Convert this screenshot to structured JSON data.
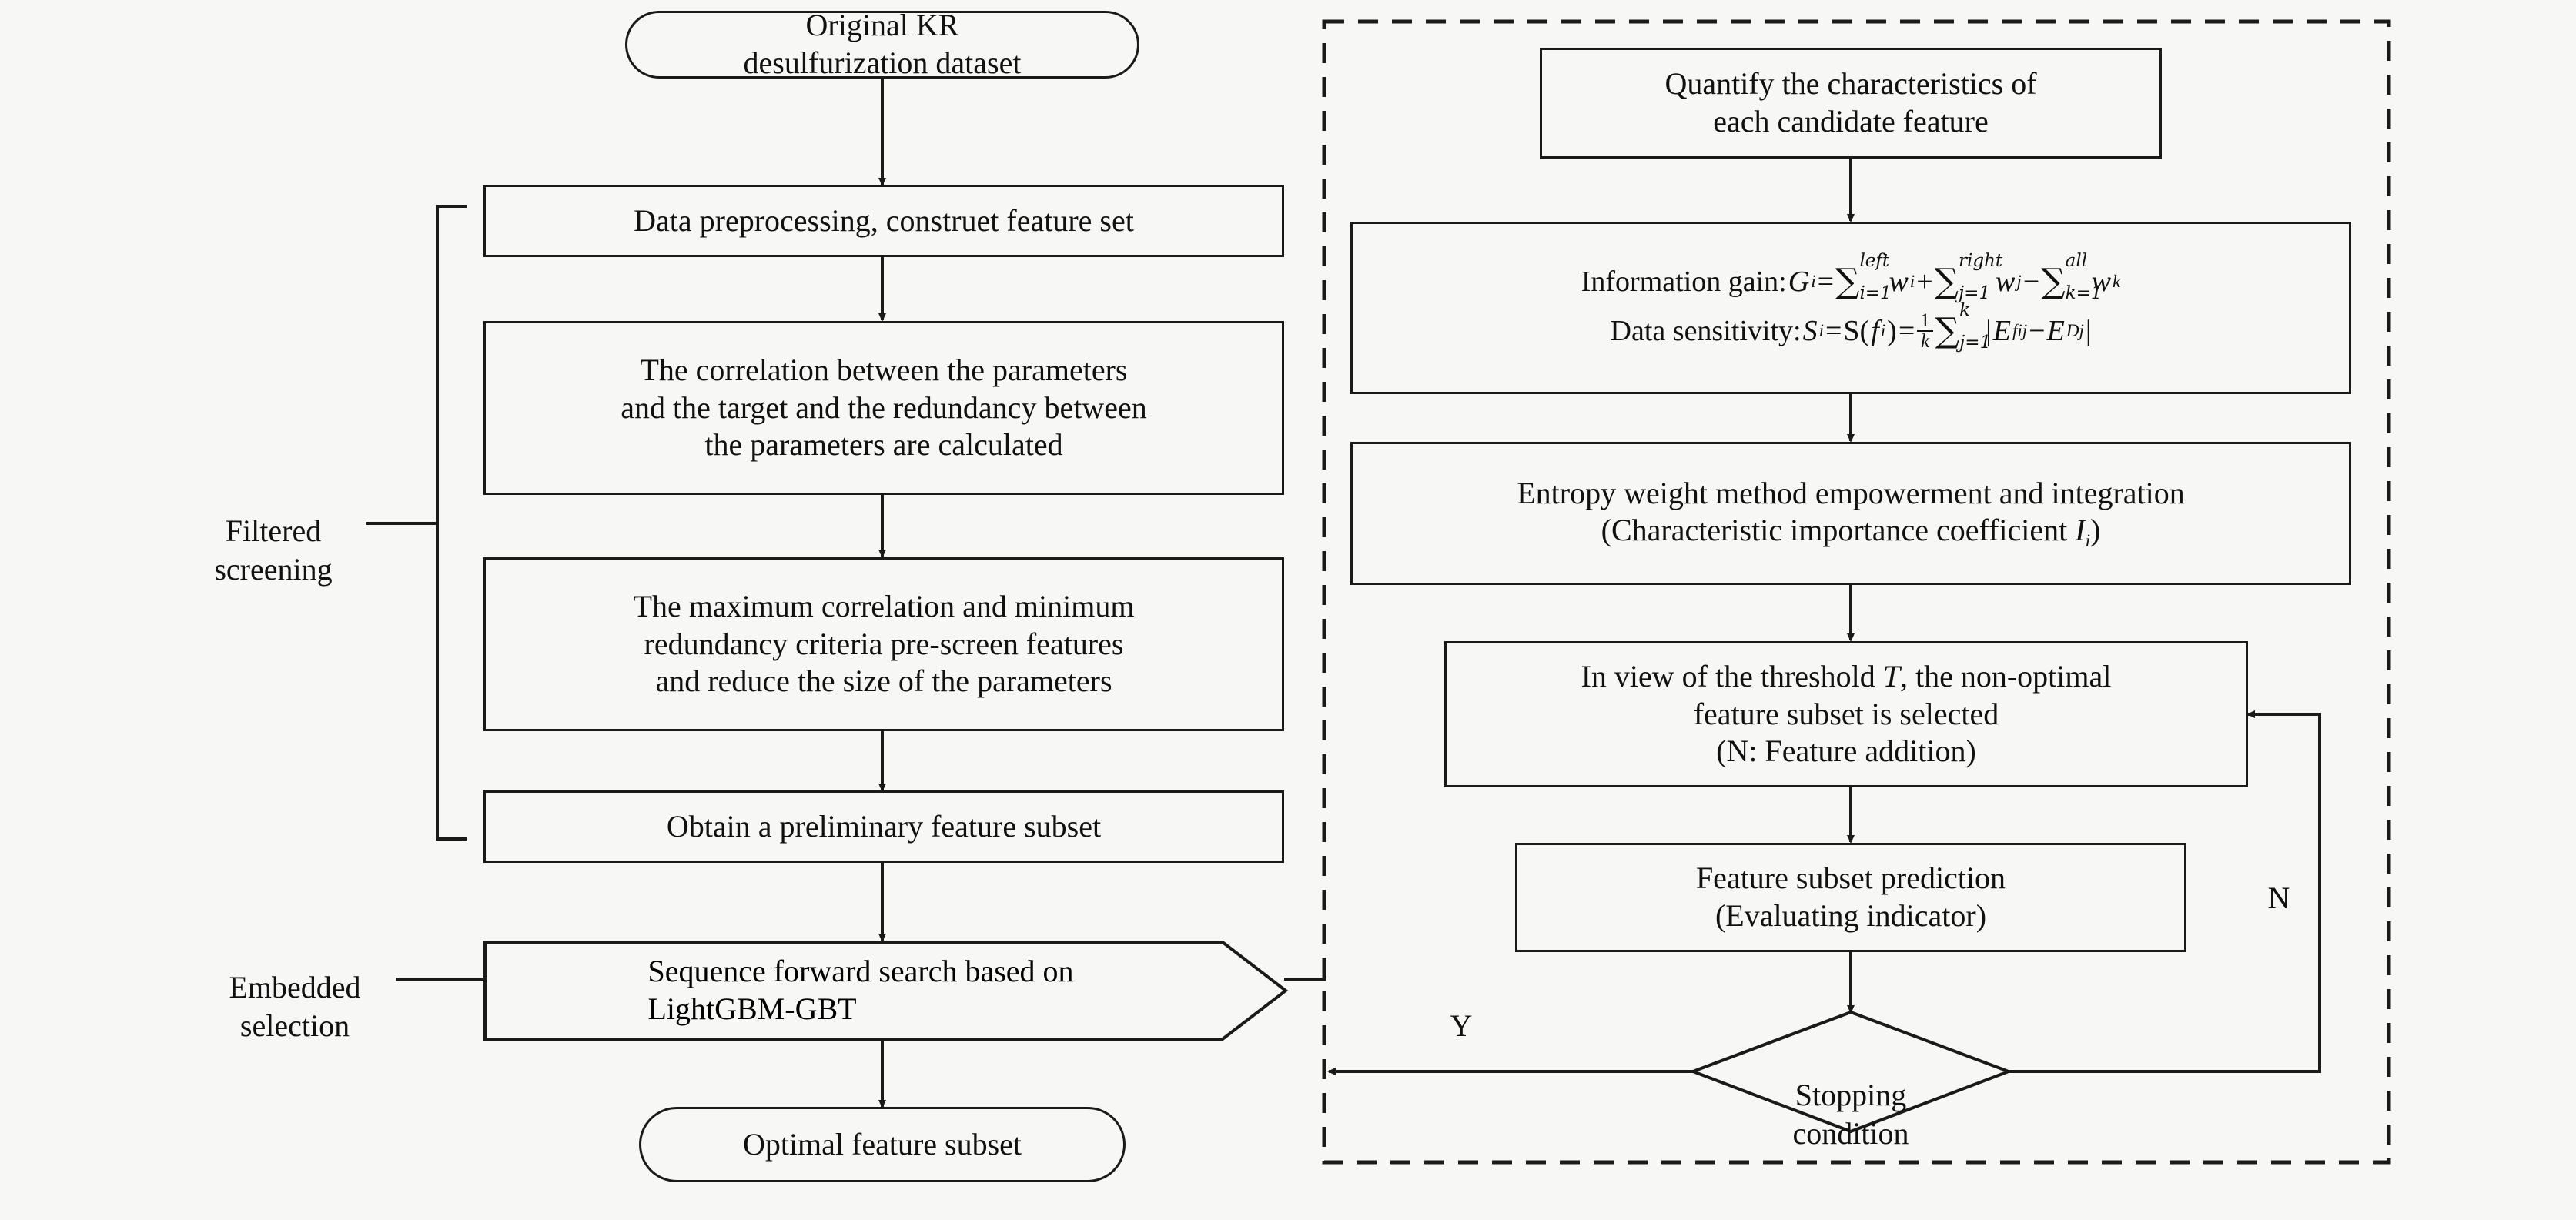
{
  "diagram": {
    "type": "flowchart",
    "title": "Feature selection flowchart for KR desulfurization dataset",
    "background": "#f7f7f5",
    "line_color": "#1a1a1a"
  },
  "side_labels": {
    "filtered": "Filtered\nscreening",
    "embedded": "Embedded\nselection"
  },
  "left_column": {
    "start": "Original KR\ndesulfurization dataset",
    "step1": "Data preprocessing, construet feature set",
    "step2": "The correlation between the parameters\nand the target and the redundancy between\nthe parameters are calculated",
    "step3": "The maximum correlation and minimum\nredundancy criteria pre-screen features\nand reduce the size of the parameters",
    "step4": "Obtain a preliminary feature subset",
    "step5": "Sequence forward search based on\nLightGBM-GBT",
    "end": "Optimal feature subset"
  },
  "right_column": {
    "quantify": "Quantify the characteristics of\neach candidate feature",
    "formula_block": {
      "line1_label": "Information gain:",
      "line1_lhs": "G",
      "line1_lhs_sub": "i",
      "line1_text": "G_i = ∑_{i=1}^{left} w_i + ∑_{j=1}^{right} w_j − ∑_{k=1}^{all} w_k",
      "line2_label": "Data sensitivity:",
      "line2_text": "S_i = S(f_i) = (1/k) ∑_{j=1}^{k} |E_fij − E_Dj|",
      "sums": {
        "s1_upper": "left",
        "s1_lower": "i=1",
        "s1_term": "w",
        "s1_term_sub": "i",
        "s2_upper": "right",
        "s2_lower": "j=1",
        "s2_term": "w",
        "s2_term_sub": "j",
        "s3_upper": "all",
        "s3_lower": "k=1",
        "s3_term": "w",
        "s3_term_sub": "k",
        "s4_upper": "k",
        "s4_lower": "j=1"
      },
      "frac_num": "1",
      "frac_den": "k",
      "abs_term_1": "E",
      "abs_sub_1": "fij",
      "abs_term_2": "E",
      "abs_sub_2": "Dj"
    },
    "entropy": "Entropy weight method empowerment and integration\n(Characteristic importance coefficient Iᵢ)",
    "entropy_line1": "Entropy weight method empowerment and integration",
    "entropy_line2_a": "(Characteristic importance coefficient ",
    "entropy_line2_sym": "I",
    "entropy_line2_sub": "i",
    "entropy_line2_b": ")",
    "threshold_l1_a": "In view of the threshold ",
    "threshold_l1_sym": "T",
    "threshold_l1_b": ", the non-optimal",
    "threshold_l2": "feature subset is selected",
    "threshold_l3": "(N: Feature addition)",
    "prediction": "Feature subset prediction\n(Evaluating indicator)",
    "decision": "Stopping\ncondition"
  },
  "edge_labels": {
    "yes": "Y",
    "no": "N"
  }
}
